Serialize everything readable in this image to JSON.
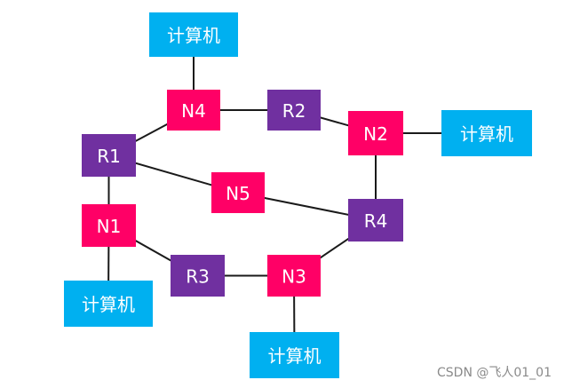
{
  "colors": {
    "switch": "#ff0066",
    "router": "#7030a0",
    "computer": "#00b0f0",
    "link": "#1a1a1a"
  },
  "nodes": [
    {
      "id": "pc-top",
      "type": "computer",
      "label": "计算机"
    },
    {
      "id": "n4",
      "type": "switch",
      "label": "N4"
    },
    {
      "id": "r2",
      "type": "router",
      "label": "R2"
    },
    {
      "id": "n2",
      "type": "switch",
      "label": "N2"
    },
    {
      "id": "pc-right",
      "type": "computer",
      "label": "计算机"
    },
    {
      "id": "r1",
      "type": "router",
      "label": "R1"
    },
    {
      "id": "n5",
      "type": "switch",
      "label": "N5"
    },
    {
      "id": "r4",
      "type": "router",
      "label": "R4"
    },
    {
      "id": "n1",
      "type": "switch",
      "label": "N1"
    },
    {
      "id": "r3",
      "type": "router",
      "label": "R3"
    },
    {
      "id": "n3",
      "type": "switch",
      "label": "N3"
    },
    {
      "id": "pc-left",
      "type": "computer",
      "label": "计算机"
    },
    {
      "id": "pc-bottom",
      "type": "computer",
      "label": "计算机"
    }
  ],
  "links": [
    [
      "pc-top",
      "n4"
    ],
    [
      "n4",
      "r2"
    ],
    [
      "r2",
      "n2"
    ],
    [
      "n2",
      "pc-right"
    ],
    [
      "n4",
      "r1"
    ],
    [
      "r1",
      "n5"
    ],
    [
      "n5",
      "r4"
    ],
    [
      "n2",
      "r4"
    ],
    [
      "r1",
      "n1"
    ],
    [
      "n1",
      "pc-left"
    ],
    [
      "n1",
      "r3"
    ],
    [
      "r3",
      "n3"
    ],
    [
      "n3",
      "r4"
    ],
    [
      "n3",
      "pc-bottom"
    ]
  ],
  "watermark": "CSDN @飞人01_01"
}
